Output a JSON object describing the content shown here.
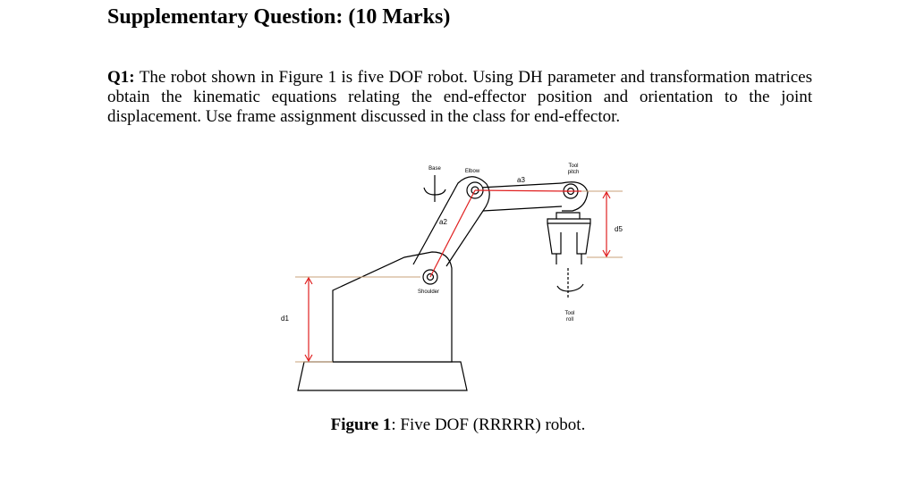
{
  "document": {
    "heading": "Supplementary Question: (10 Marks)",
    "question": {
      "label": "Q1:",
      "text": " The robot shown in Figure 1 is five DOF robot. Using DH parameter and transformation matrices obtain the kinematic equations relating the end-effector position and orientation to the joint displacement. Use frame assignment discussed in the class for end-effector."
    }
  },
  "figure": {
    "labels": {
      "base": "Base",
      "elbow": "Elbow",
      "tool_pitch_1": "Tool",
      "tool_pitch_2": "pitch",
      "a3": "a3",
      "a2": "a2",
      "d5": "d5",
      "shoulder": "Shoulder",
      "tool_roll_1": "Tool",
      "tool_roll_2": "roll",
      "d1": "d1"
    },
    "caption": {
      "label": "Figure 1",
      "text": ": Five DOF (RRRRR) robot."
    },
    "colors": {
      "line": "#000000",
      "dimension": "#e02020",
      "reference": "#c8a27a"
    }
  }
}
